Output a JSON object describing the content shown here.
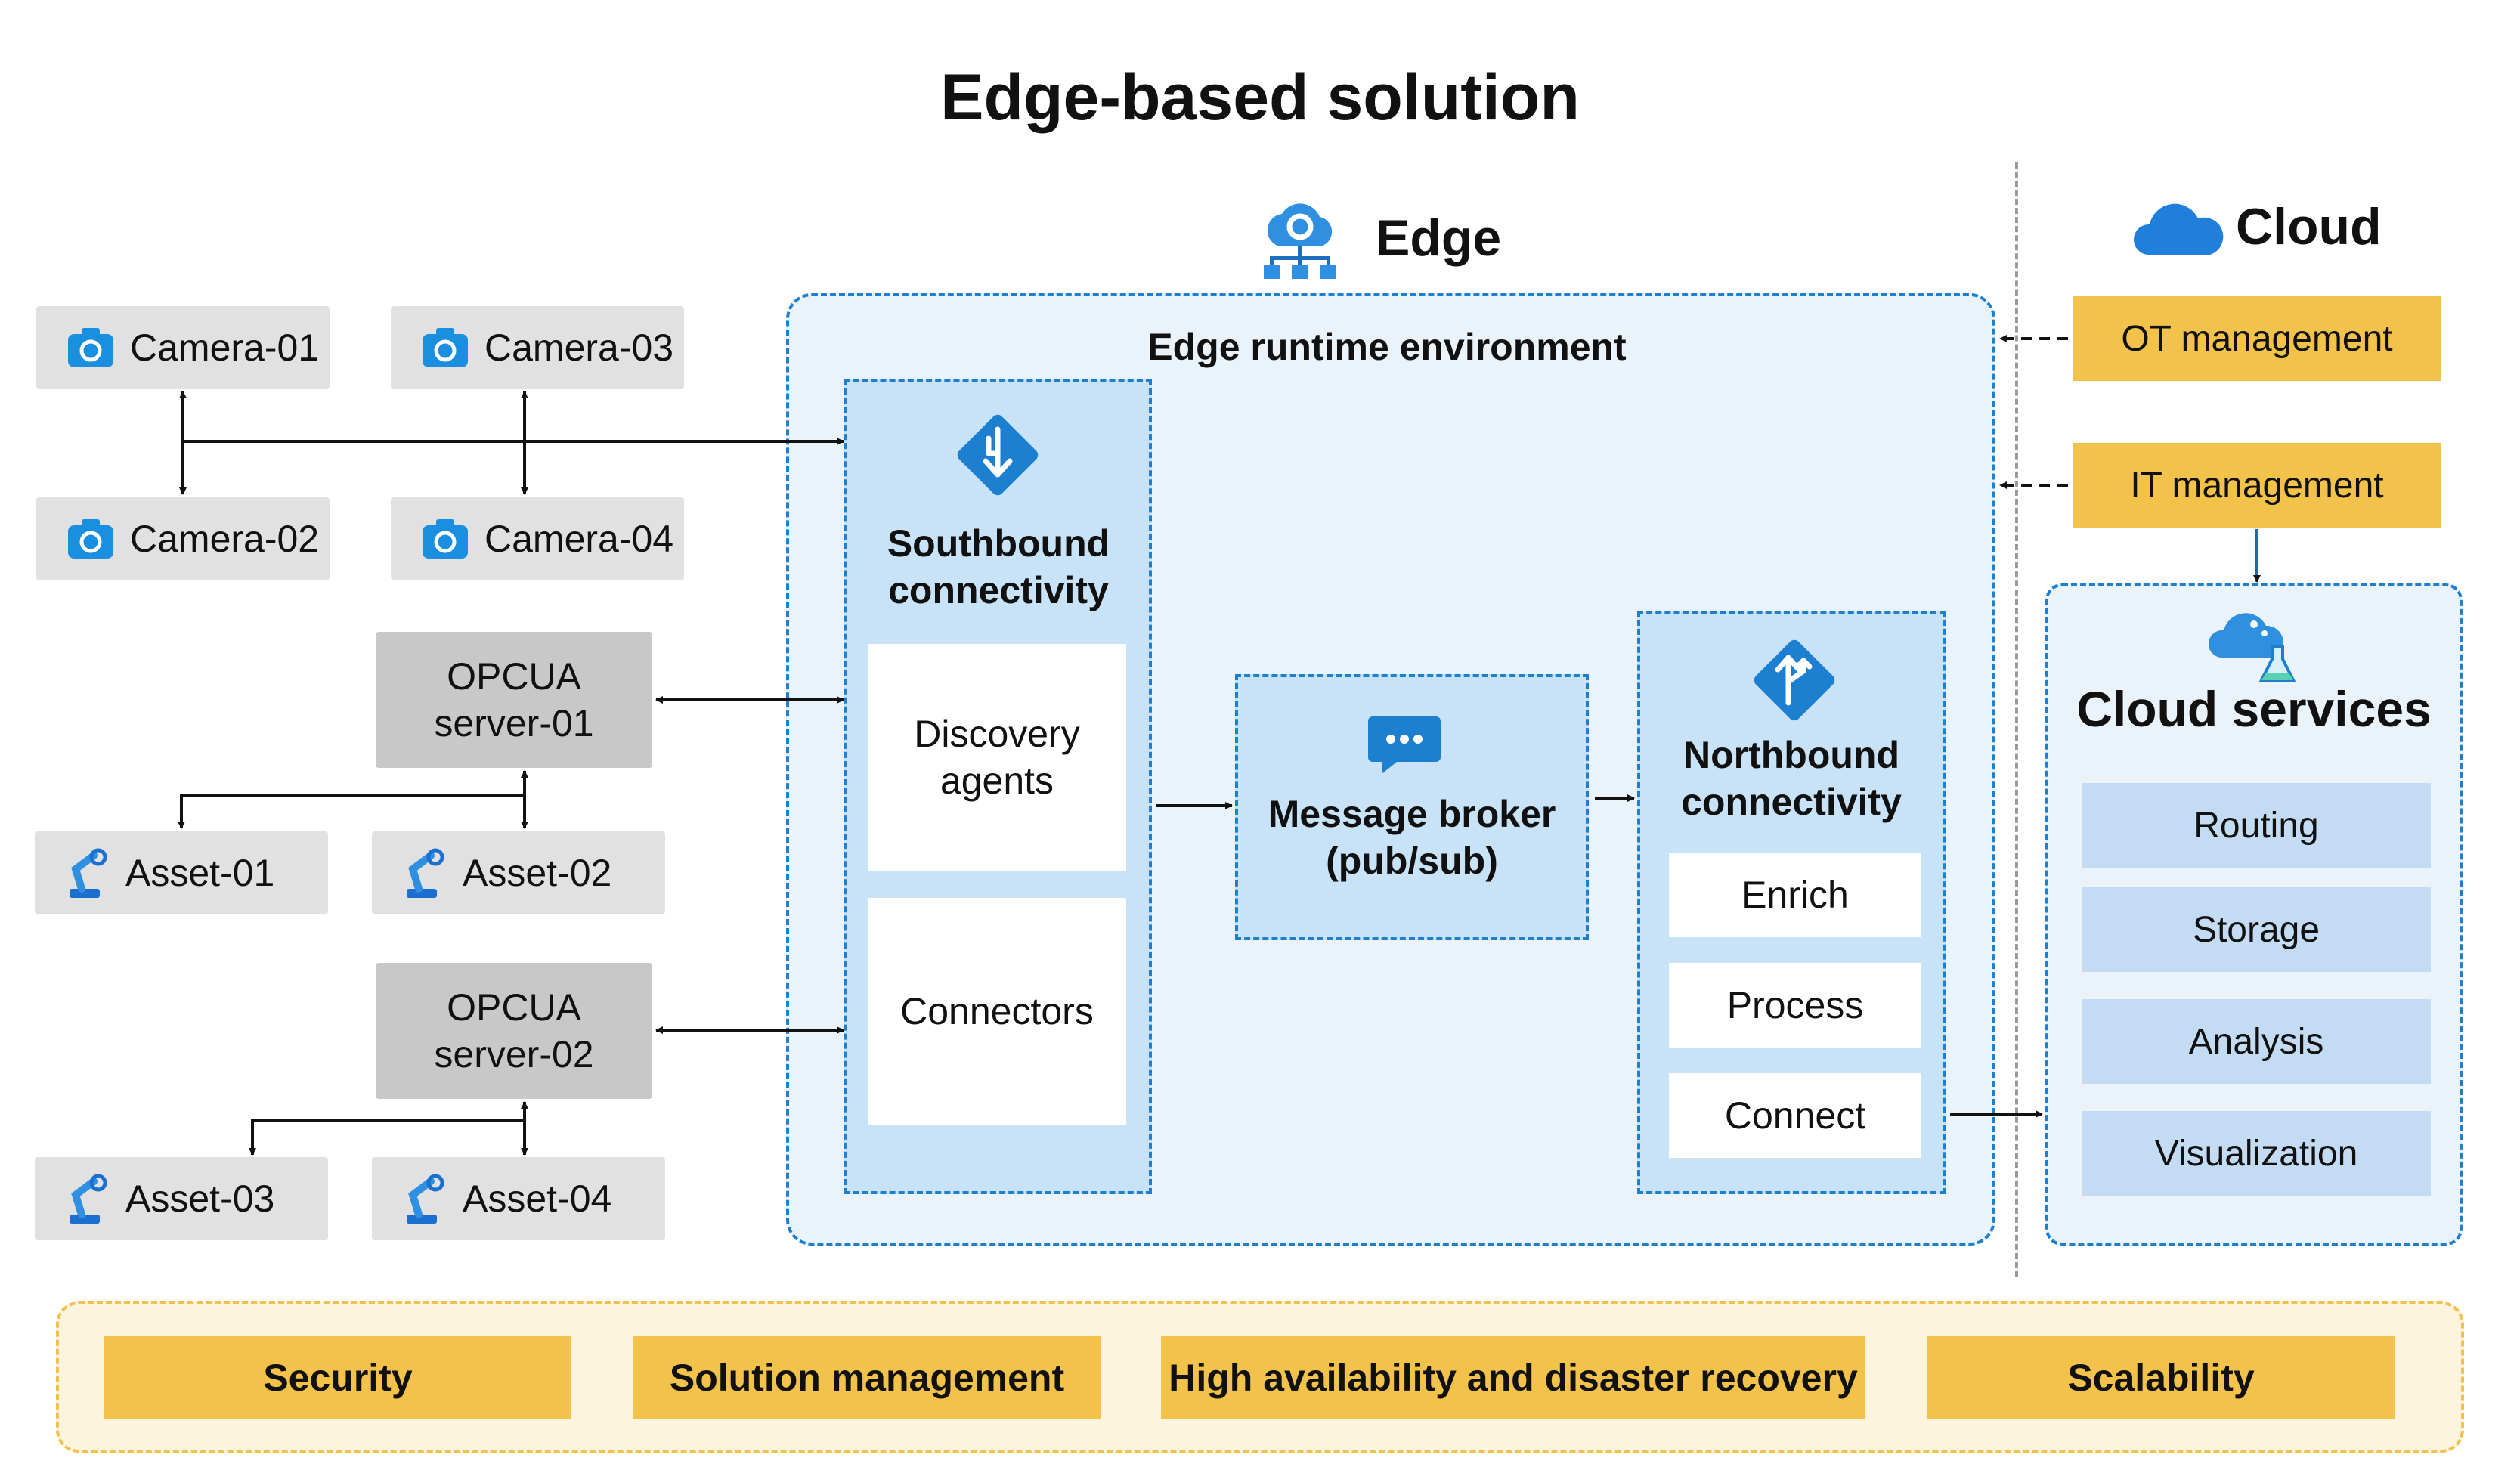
{
  "title": "Edge-based solution",
  "edge_header": "Edge",
  "cloud_header": "Cloud",
  "runtime_label": "Edge runtime environment",
  "devices": {
    "cameras": [
      "Camera-01",
      "Camera-03",
      "Camera-02",
      "Camera-04"
    ],
    "servers": [
      "OPCUA server-01",
      "OPCUA server-02"
    ],
    "assets": [
      "Asset-01",
      "Asset-02",
      "Asset-03",
      "Asset-04"
    ]
  },
  "southbound": {
    "title": "Southbound connectivity",
    "items": [
      "Discovery agents",
      "Connectors"
    ]
  },
  "broker": {
    "title": "Message broker (pub/sub)"
  },
  "northbound": {
    "title": "Northbound connectivity",
    "items": [
      "Enrich",
      "Process",
      "Connect"
    ]
  },
  "cloud": {
    "management": [
      "OT management",
      "IT management"
    ],
    "services_title": "Cloud services",
    "services": [
      "Routing",
      "Storage",
      "Analysis",
      "Visualization"
    ]
  },
  "footer": [
    "Security",
    "Solution management",
    "High availability and disaster recovery",
    "Scalability"
  ],
  "colors": {
    "accent_blue": "#1d7fd0",
    "edge_bg": "#eaf2fa",
    "inner_bg": "#c8e3f7",
    "mgmt_yellow": "#f3c24a",
    "footer_bg": "#fdf4de"
  }
}
